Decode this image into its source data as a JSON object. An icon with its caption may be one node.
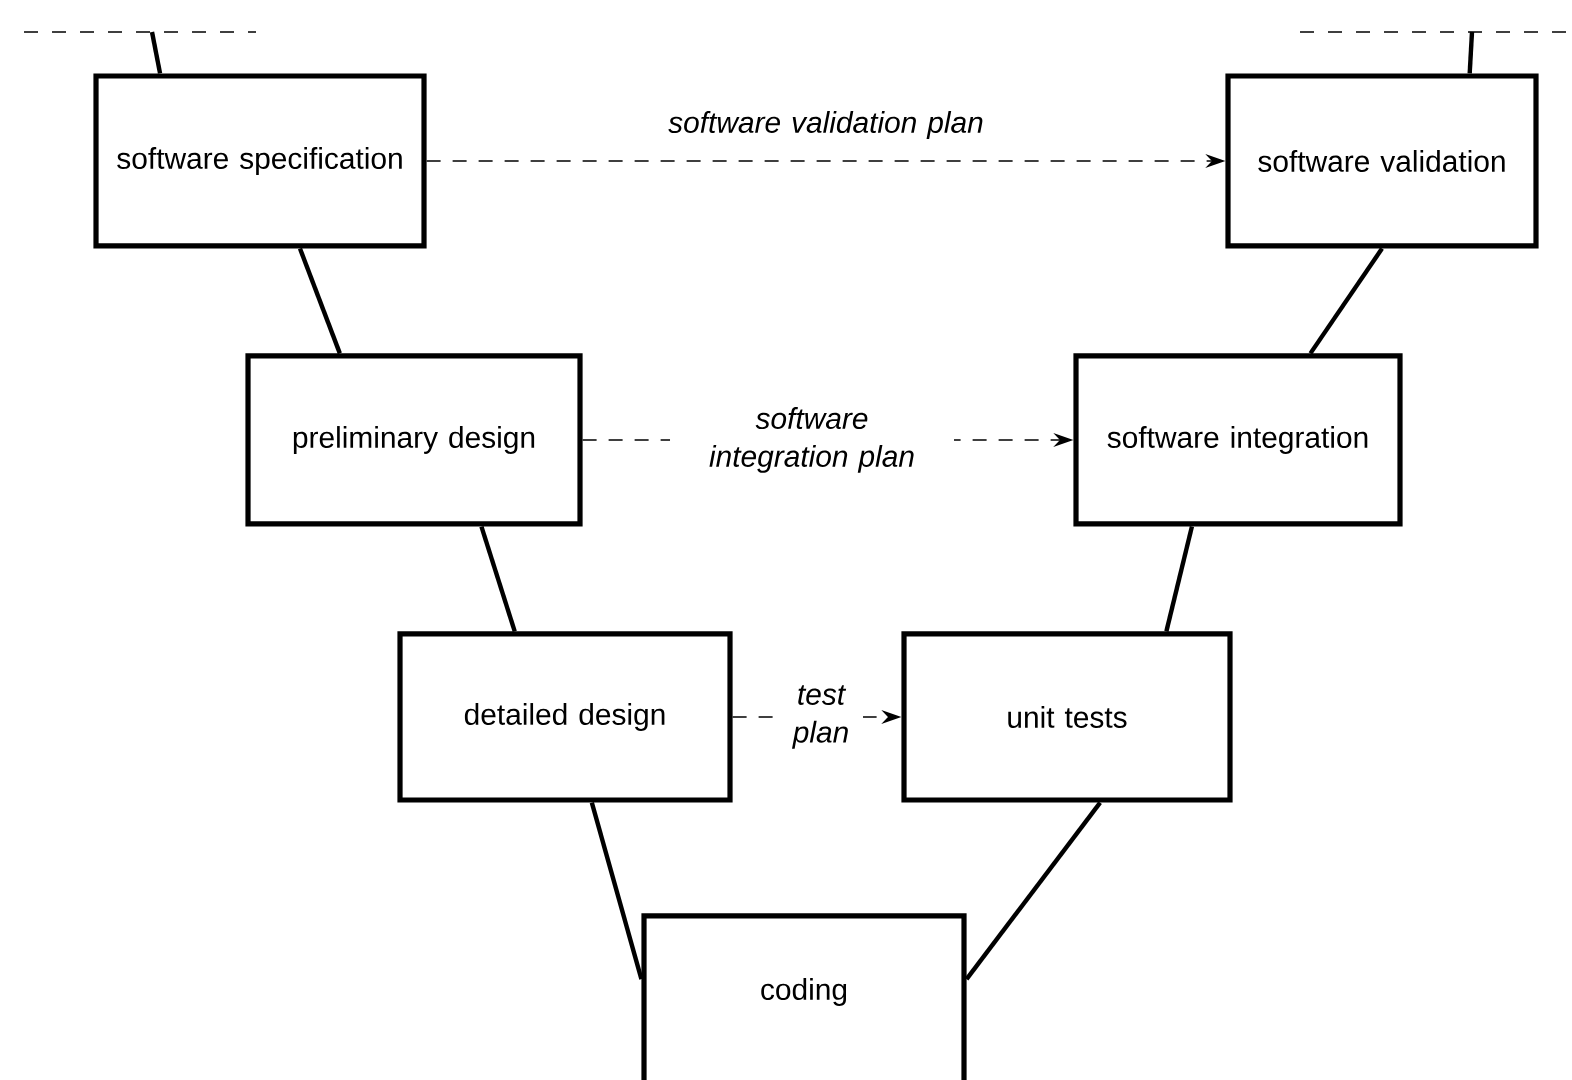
{
  "diagram": {
    "nodes": [
      {
        "text": [
          "software specification"
        ]
      },
      {
        "text": [
          "software validation"
        ]
      },
      {
        "text": [
          "preliminary design"
        ]
      },
      {
        "text": [
          "software integration"
        ]
      },
      {
        "text": [
          "detailed design"
        ]
      },
      {
        "text": [
          "unit tests"
        ]
      },
      {
        "text": [
          "coding"
        ]
      }
    ],
    "edges": [
      {
        "from": 0,
        "to": 1,
        "arrow": "to",
        "style": "dashed",
        "label": "software validation plan"
      },
      {
        "from": 2,
        "to": 3,
        "arrow": "to",
        "style": "dashed",
        "label": "software integration plan"
      },
      {
        "from": 4,
        "to": 5,
        "arrow": "to",
        "style": "dashed",
        "label": "test plan"
      },
      {
        "from": null,
        "to": 0,
        "arrow": "none"
      },
      {
        "from": 0,
        "to": 2,
        "arrow": "none"
      },
      {
        "from": 2,
        "to": 4,
        "arrow": "none"
      },
      {
        "from": 4,
        "to": 6,
        "arrow": "none"
      },
      {
        "from": 6,
        "to": 5,
        "arrow": "none"
      },
      {
        "from": 5,
        "to": 3,
        "arrow": "none"
      },
      {
        "from": 3,
        "to": 1,
        "arrow": "none"
      },
      {
        "from": 1,
        "to": null,
        "arrow": "none"
      }
    ]
  }
}
